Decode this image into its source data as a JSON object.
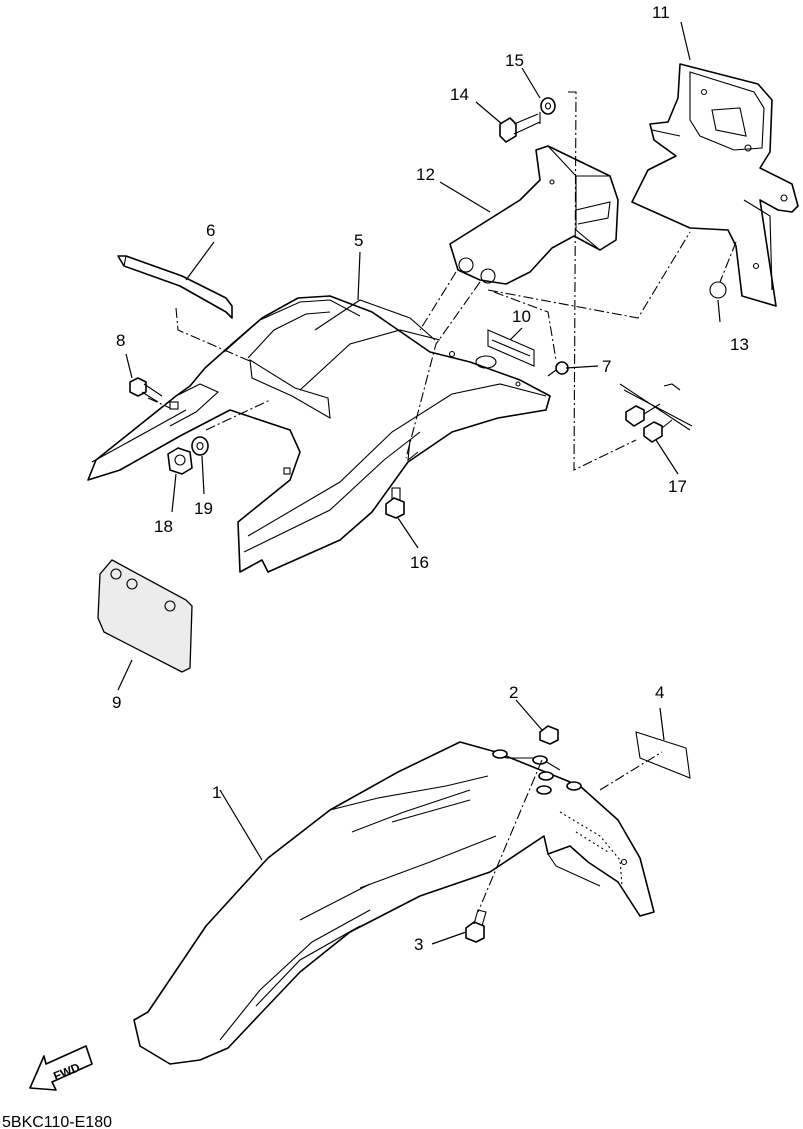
{
  "diagram": {
    "drawing_code": "5BKC110-E180",
    "fwd_label": "FWD",
    "callouts": [
      {
        "id": "c1",
        "label": "1"
      },
      {
        "id": "c2",
        "label": "2"
      },
      {
        "id": "c3",
        "label": "3"
      },
      {
        "id": "c4",
        "label": "4"
      },
      {
        "id": "c5",
        "label": "5"
      },
      {
        "id": "c6",
        "label": "6"
      },
      {
        "id": "c7",
        "label": "7"
      },
      {
        "id": "c8",
        "label": "8"
      },
      {
        "id": "c9",
        "label": "9"
      },
      {
        "id": "c10",
        "label": "10"
      },
      {
        "id": "c11",
        "label": "11"
      },
      {
        "id": "c12",
        "label": "12"
      },
      {
        "id": "c13",
        "label": "13"
      },
      {
        "id": "c14",
        "label": "14"
      },
      {
        "id": "c15",
        "label": "15"
      },
      {
        "id": "c16",
        "label": "16"
      },
      {
        "id": "c17",
        "label": "17"
      },
      {
        "id": "c18",
        "label": "18"
      },
      {
        "id": "c19",
        "label": "19"
      }
    ]
  }
}
